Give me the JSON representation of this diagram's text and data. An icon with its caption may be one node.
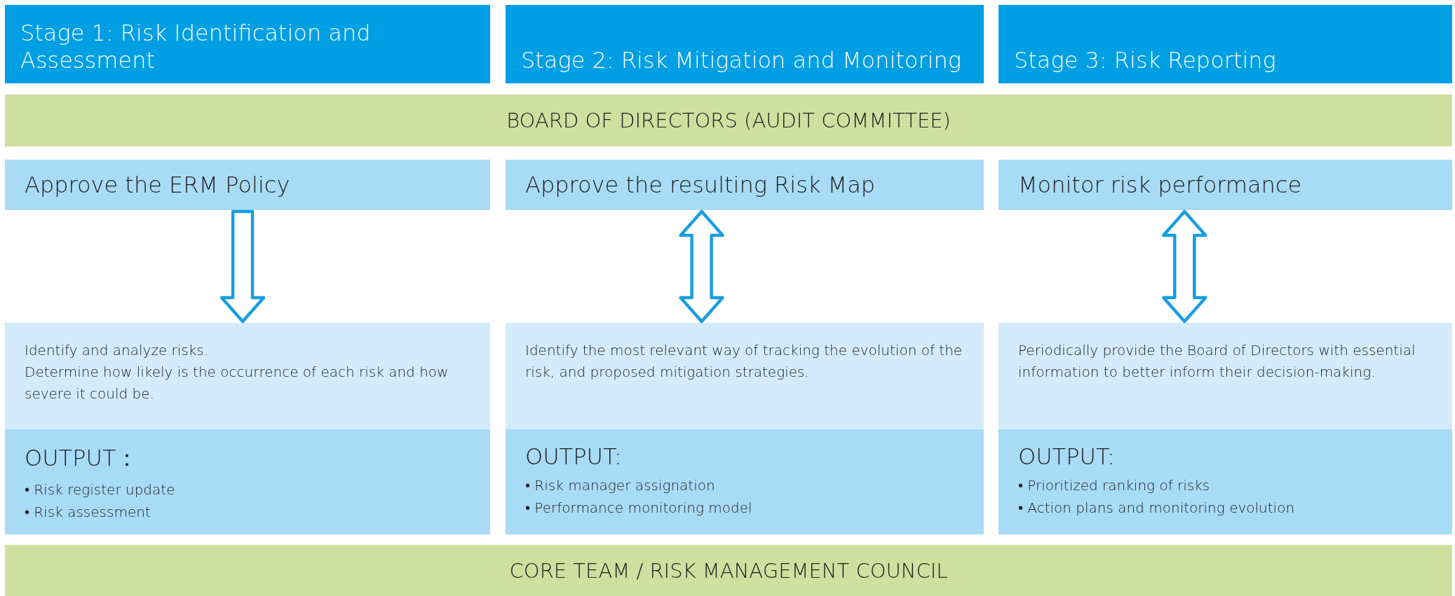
{
  "diagram": {
    "nodes": [
      {
        "text": [
          "Stage 1: Risk Identification and Assessment"
        ]
      },
      {
        "text": [
          "Stage 2: Risk Mitigation and Monitoring"
        ]
      },
      {
        "text": [
          "Stage 3: Risk Reporting"
        ]
      },
      {
        "text": [
          "BOARD OF DIRECTORS (AUDIT COMMITTEE)"
        ]
      },
      {
        "text": [
          "Approve the ERM Policy"
        ]
      },
      {
        "text": [
          "Approve the resulting Risk Map"
        ]
      },
      {
        "text": [
          "Monitor risk performance"
        ]
      },
      {
        "text": [
          "Identify and analyze risks.",
          "Determine how likely is the occurrence of each risk and how severe it could be."
        ]
      },
      {
        "text": [
          "Identify the most relevant way of tracking the evolution of the risk, and proposed mitigation strategies."
        ]
      },
      {
        "text": [
          "Periodically provide the Board of Directors with essential information to better inform their decision-making."
        ]
      },
      {
        "text": [
          "OUTPUT：",
          "• Risk register update",
          "• Risk assessment"
        ]
      },
      {
        "text": [
          "OUTPUT:",
          "• Risk manager assignation",
          "• Performance monitoring model"
        ]
      },
      {
        "text": [
          "OUTPUT:",
          "• Prioritized ranking of risks",
          "• Action plans and monitoring evolution"
        ]
      },
      {
        "text": [
          "CORE TEAM / RISK MANAGEMENT COUNCIL"
        ]
      }
    ],
    "edges": [
      {
        "from": 4,
        "to": 7,
        "arrow": "to"
      },
      {
        "from": 5,
        "to": 8,
        "arrow": "both"
      },
      {
        "from": 6,
        "to": 9,
        "arrow": "both"
      }
    ]
  }
}
